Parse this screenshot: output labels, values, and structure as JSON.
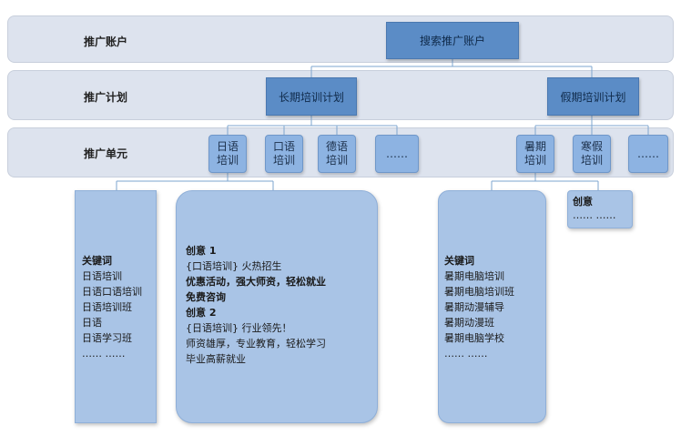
{
  "levels": {
    "account_label": "推广账户",
    "plan_label": "推广计划",
    "unit_label": "推广单元"
  },
  "account": {
    "label": "搜索推广账户"
  },
  "plans": [
    {
      "label": "长期培训计划"
    },
    {
      "label": "假期培训计划"
    }
  ],
  "units": [
    {
      "line1": "日语",
      "line2": "培训"
    },
    {
      "line1": "口语",
      "line2": "培训"
    },
    {
      "line1": "德语",
      "line2": "培训"
    },
    {
      "line1": "……",
      "line2": ""
    },
    {
      "line1": "暑期",
      "line2": "培训"
    },
    {
      "line1": "寒假",
      "line2": "培训"
    },
    {
      "line1": "……",
      "line2": ""
    }
  ],
  "keyword_panel_left": {
    "title": "关键词",
    "items": [
      "日语培训",
      "日语口语培训",
      "日语培训班",
      "日语",
      "日语学习班",
      "…… ……"
    ]
  },
  "creative_panel_left": {
    "lines": [
      {
        "text": "创意 1",
        "bold": true
      },
      {
        "text": "{口语培训} 火热招生",
        "bold": false
      },
      {
        "text": "优惠活动，强大师资，轻松就业",
        "bold": true
      },
      {
        "text": "免费咨询",
        "bold": true
      },
      {
        "text": "创意 2",
        "bold": true
      },
      {
        "text": "{日语培训} 行业领先！",
        "bold": false
      },
      {
        "text": "师资雄厚，专业教育，轻松学习",
        "bold": false
      },
      {
        "text": "毕业高薪就业",
        "bold": false
      }
    ]
  },
  "keyword_panel_right": {
    "title": "关键词",
    "items": [
      "暑期电脑培训",
      "暑期电脑培训班",
      "暑期动漫辅导",
      "暑期动漫班",
      "暑期电脑学校",
      "…… ……"
    ]
  },
  "creative_panel_right": {
    "title": "创意",
    "text": "…… ……"
  },
  "colors": {
    "band_bg": "#dde3ee",
    "node_fill": "#5b8cc6",
    "unit_fill": "#8db3e2",
    "panel_fill": "#a9c4e6",
    "connector": "#7ea6cf"
  }
}
